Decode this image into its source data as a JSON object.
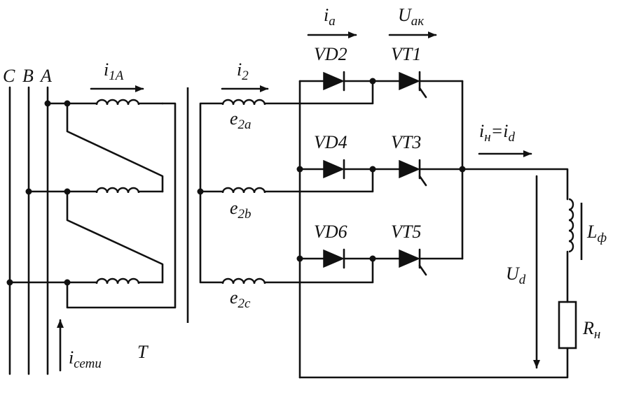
{
  "phases": {
    "c": "C",
    "b": "B",
    "a": "A"
  },
  "primary_current": {
    "sym": "i",
    "sub": "1A"
  },
  "secondary_current": {
    "sym": "i",
    "sub": "2"
  },
  "anode_current": {
    "sym": "i",
    "sub": "а"
  },
  "thyristor_voltage": {
    "sym": "U",
    "sub": "ак"
  },
  "load_current": {
    "sym1": "i",
    "sub1": "н",
    "eq": "=",
    "sym2": "i",
    "sub2": "d"
  },
  "emf": [
    {
      "sym": "e",
      "sub": "2a"
    },
    {
      "sym": "e",
      "sub": "2b"
    },
    {
      "sym": "e",
      "sub": "2c"
    }
  ],
  "diodes": [
    "VD2",
    "VD4",
    "VD6"
  ],
  "thyristors": [
    "VT1",
    "VT3",
    "VT5"
  ],
  "filter_inductor": {
    "sym": "L",
    "sub": "ф"
  },
  "load_resistor": {
    "sym": "R",
    "sub": "н"
  },
  "output_voltage": {
    "sym": "U",
    "sub": "d"
  },
  "grid_current": {
    "sym": "i",
    "sub": "сети"
  },
  "transformer": "T"
}
